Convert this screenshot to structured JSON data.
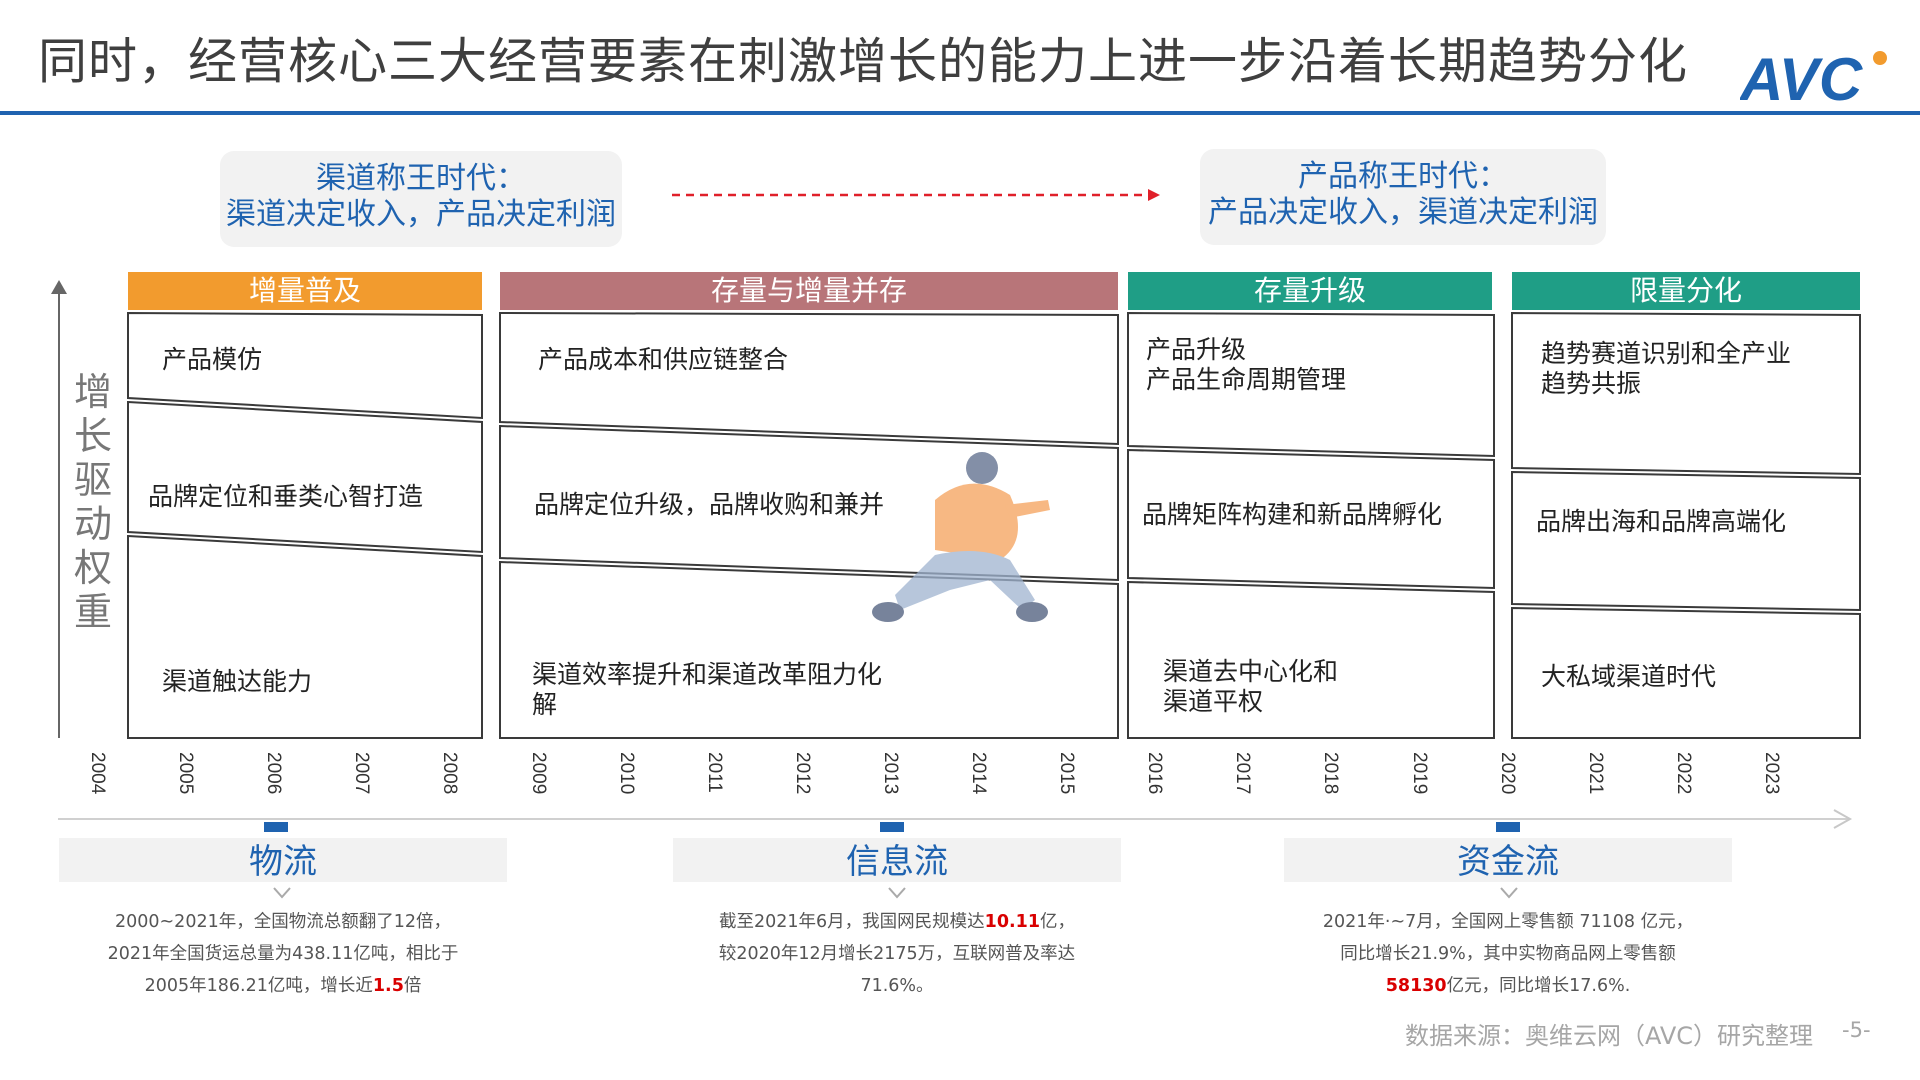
{
  "header": {
    "title": "同时，经营核心三大经营要素在刺激增长的能力上进一步沿着长期趋势分化",
    "logo_text": "AVC"
  },
  "colors": {
    "brand_blue": "#1f63b0",
    "stage_1": "#f29b2e",
    "stage_2": "#b87579",
    "stage_3": "#1f9e86",
    "stage_4": "#1f9e86",
    "highlight": "#d90000"
  },
  "eras": {
    "left_line1": "渠道称王时代：",
    "left_line2": "渠道决定收入，产品决定利润",
    "right_line1": "产品称王时代：",
    "right_line2": "产品决定收入，渠道决定利润"
  },
  "y_axis_label": "增长驱动权重",
  "stages": [
    {
      "name": "增量普及",
      "cells": {
        "product": [
          "产品模仿"
        ],
        "brand": [
          "品牌定位和垂类心智打造"
        ],
        "channel": [
          "渠道触达能力"
        ]
      }
    },
    {
      "name": "存量与增量并存",
      "cells": {
        "product": [
          "产品成本和供应链整合"
        ],
        "brand": [
          "品牌定位升级，品牌收购和兼并"
        ],
        "channel": [
          "渠道效率提升和渠道改革阻力化",
          "解"
        ]
      }
    },
    {
      "name": "存量升级",
      "cells": {
        "product": [
          "产品升级",
          "产品生命周期管理"
        ],
        "brand": [
          "品牌矩阵构建和新品牌孵化"
        ],
        "channel": [
          "渠道去中心化和",
          "渠道平权"
        ]
      }
    },
    {
      "name": "限量分化",
      "cells": {
        "product": [
          "趋势赛道识别和全产业",
          "趋势共振"
        ],
        "brand": [
          "品牌出海和品牌高端化"
        ],
        "channel": [
          "大私域渠道时代"
        ]
      }
    }
  ],
  "years": [
    "2004",
    "2005",
    "2006",
    "2007",
    "2008",
    "2009",
    "2010",
    "2011",
    "2012",
    "2013",
    "2014",
    "2015",
    "2016",
    "2017",
    "2018",
    "2019",
    "2020",
    "2021",
    "2022",
    "2023"
  ],
  "flows": [
    {
      "title": "物流",
      "lines": [
        [
          "2000~2021年，全国物流总额翻了12倍，"
        ],
        [
          "2021年全国货运总量为438.11亿吨，相比于"
        ],
        [
          "2005年186.21亿吨，增长近",
          {
            "hl": "1.5"
          },
          "倍"
        ]
      ]
    },
    {
      "title": "信息流",
      "lines": [
        [
          "截至2021年6月，我国网民规模达",
          {
            "hl": "10.11"
          },
          "亿，"
        ],
        [
          "较2020年12月增长2175万，互联网普及率达"
        ],
        [
          "71.6%。"
        ]
      ]
    },
    {
      "title": "资金流",
      "lines": [
        [
          "2021年·~7月，全国网上零售额 71108 亿元，"
        ],
        [
          "同比增长21.9%，其中实物商品网上零售额"
        ],
        [
          {
            "hl": "58130"
          },
          "亿元，同比增长17.6%."
        ]
      ]
    }
  ],
  "footer": {
    "source": "数据来源：奥维云网（AVC）研究整理",
    "page": "-5-"
  }
}
